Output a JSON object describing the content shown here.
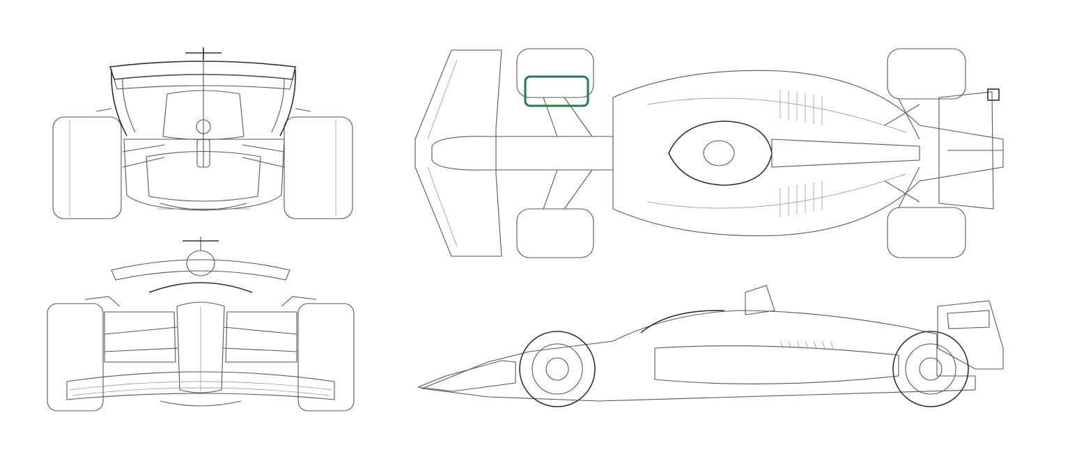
{
  "views": [
    {
      "id": "rear-view"
    },
    {
      "id": "front-view"
    },
    {
      "id": "top-view"
    },
    {
      "id": "side-view"
    }
  ],
  "highlight": {
    "target": "front-suspension-upper-wishbone",
    "color": "#1e7f45"
  },
  "colors": {
    "background": "#ffffff",
    "linework": "#555555",
    "shade_dark": "#7a7a7a",
    "shade_light": "#f4f4f4"
  }
}
